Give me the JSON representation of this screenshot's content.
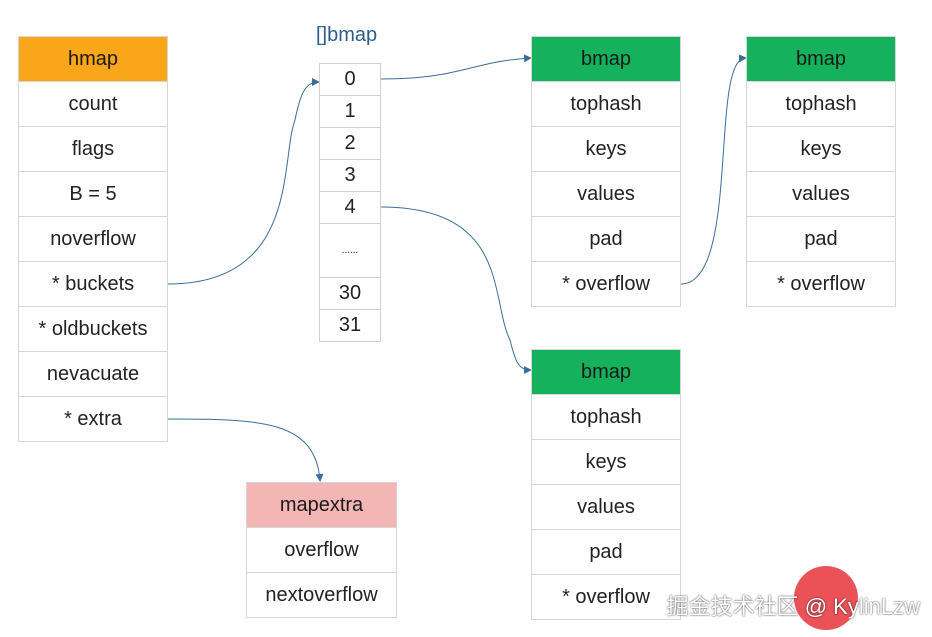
{
  "hmap": {
    "header": "hmap",
    "fields": [
      "count",
      "flags",
      "B = 5",
      "noverflow",
      "* buckets",
      "* oldbuckets",
      "nevacuate",
      "* extra"
    ]
  },
  "bucket_array": {
    "title": "[]bmap",
    "cells": [
      "0",
      "1",
      "2",
      "3",
      "4",
      "......",
      "30",
      "31"
    ]
  },
  "bmap_first": {
    "header": "bmap",
    "fields": [
      "tophash",
      "keys",
      "values",
      "pad",
      "* overflow"
    ]
  },
  "bmap_overflow": {
    "header": "bmap",
    "fields": [
      "tophash",
      "keys",
      "values",
      "pad",
      "* overflow"
    ]
  },
  "bmap_second": {
    "header": "bmap",
    "fields": [
      "tophash",
      "keys",
      "values",
      "pad",
      "* overflow"
    ]
  },
  "mapextra": {
    "header": "mapextra",
    "fields": [
      "overflow",
      "nextoverflow"
    ]
  },
  "watermark": "掘金技术社区 @ KylinLzw",
  "colors": {
    "hmap_header": "#f9a61a",
    "bmap_header": "#15b15c",
    "mapextra_header": "#f3b6b5",
    "arrow": "#3b6d99",
    "array_title": "#2c5d8a"
  }
}
